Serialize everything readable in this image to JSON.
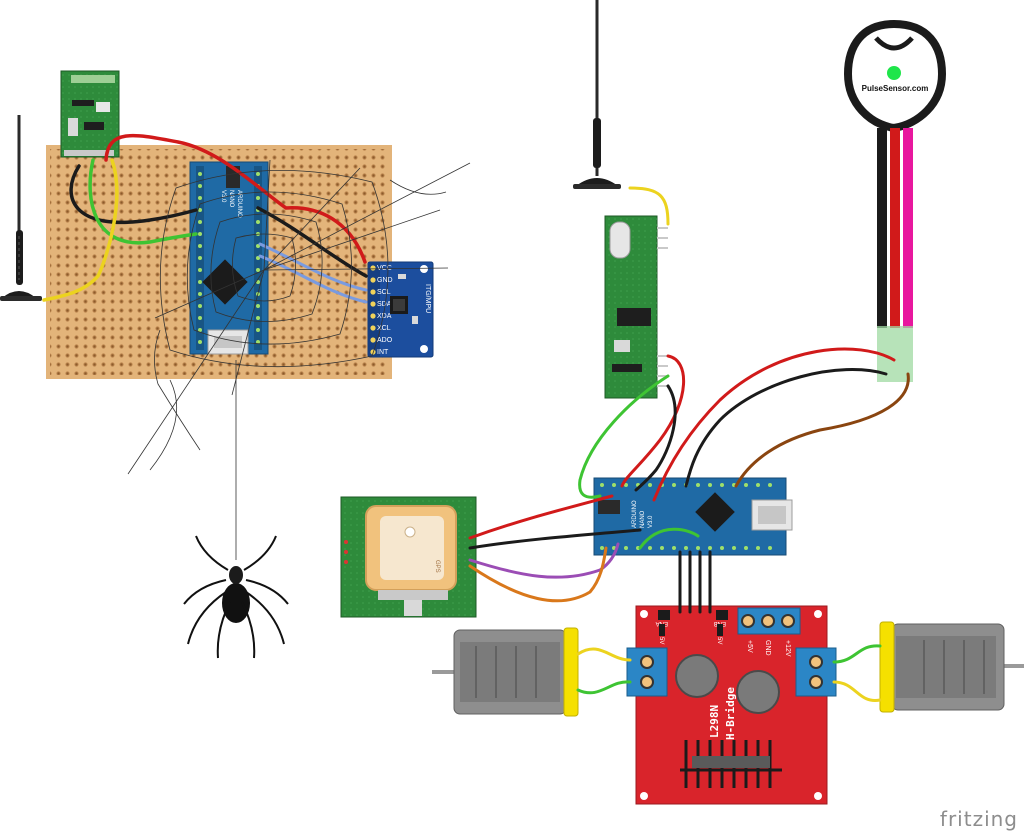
{
  "watermark": "fritzing",
  "left_board": {
    "nano": {
      "board_text": "ARDUINO",
      "model": "NANO",
      "version": "V3.0"
    },
    "imu": {
      "pins": [
        "VCC",
        "GND",
        "SCL",
        "SDA",
        "XDA",
        "XCL",
        "ADO",
        "INT"
      ],
      "vertical_label": "ITG/MPU"
    }
  },
  "right_board": {
    "nano": {
      "board_text": "ARDUINO",
      "model": "NANO",
      "version": "V3.0"
    },
    "gps_label": "GPS",
    "pulse_sensor": {
      "label": "PulseSensor.com"
    },
    "hbridge": {
      "line1": "L298N",
      "line2": "H-Bridge",
      "enable_a": "ENA",
      "enable_b": "ENB",
      "five_v": "5V",
      "power_labels": [
        "+5V",
        "GND",
        "+12V"
      ]
    }
  },
  "colors": {
    "perfboard": "#e3b47a",
    "nano_blue": "#1f6aa5",
    "pcb_green": "#2e8b3b",
    "hbridge_red": "#d9242b",
    "imu_blue": "#1c4e9e",
    "wire_red": "#d11a1a",
    "wire_black": "#1b1b1b",
    "wire_green": "#3ec433",
    "wire_yellow": "#ecd31f",
    "wire_purple": "#9b4db5",
    "wire_orange": "#d9781b",
    "wire_brown": "#8a4510",
    "wire_blue": "#7a9be0",
    "pulse_pink": "#e8179e"
  }
}
